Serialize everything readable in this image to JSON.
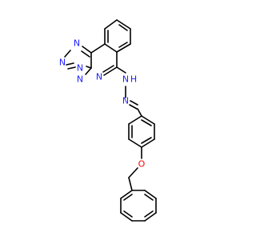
{
  "structure": {
    "colors": {
      "bond": "#000000",
      "nitrogen": "#2020ff",
      "oxygen": "#ff0000",
      "background": "#ffffff"
    },
    "atoms": {
      "N1": "N",
      "N2": "N",
      "N3": "N",
      "N4": "N",
      "N5": "N",
      "NH": "N",
      "H": "H",
      "N6": "N",
      "O1": "O"
    }
  }
}
